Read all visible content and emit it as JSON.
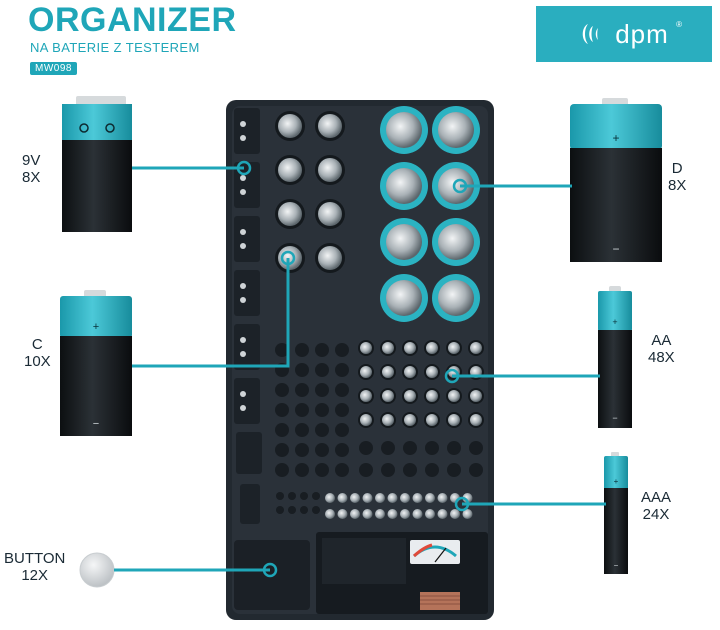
{
  "header": {
    "title": "ORGANIZER",
    "subtitle": "NA BATERIE Z TESTEREM",
    "model": "MW098"
  },
  "brand": {
    "name": "dpm",
    "registered_mark": "®"
  },
  "battery_labels": {
    "v9": {
      "type": "9V",
      "count": "8X"
    },
    "c": {
      "type": "C",
      "count": "10X"
    },
    "d": {
      "type": "D",
      "count": "8X"
    },
    "aa": {
      "type": "AA",
      "count": "48X"
    },
    "aaa": {
      "type": "AAA",
      "count": "24X"
    },
    "button": {
      "type": "BUTTON",
      "count": "12X"
    }
  },
  "terminal_signs": {
    "plus": "+",
    "minus": "−"
  },
  "colors": {
    "accent": "#1fa6b8",
    "brand_bg": "#2aaebf",
    "case": "#20262d",
    "battery_body": "#15191c"
  }
}
